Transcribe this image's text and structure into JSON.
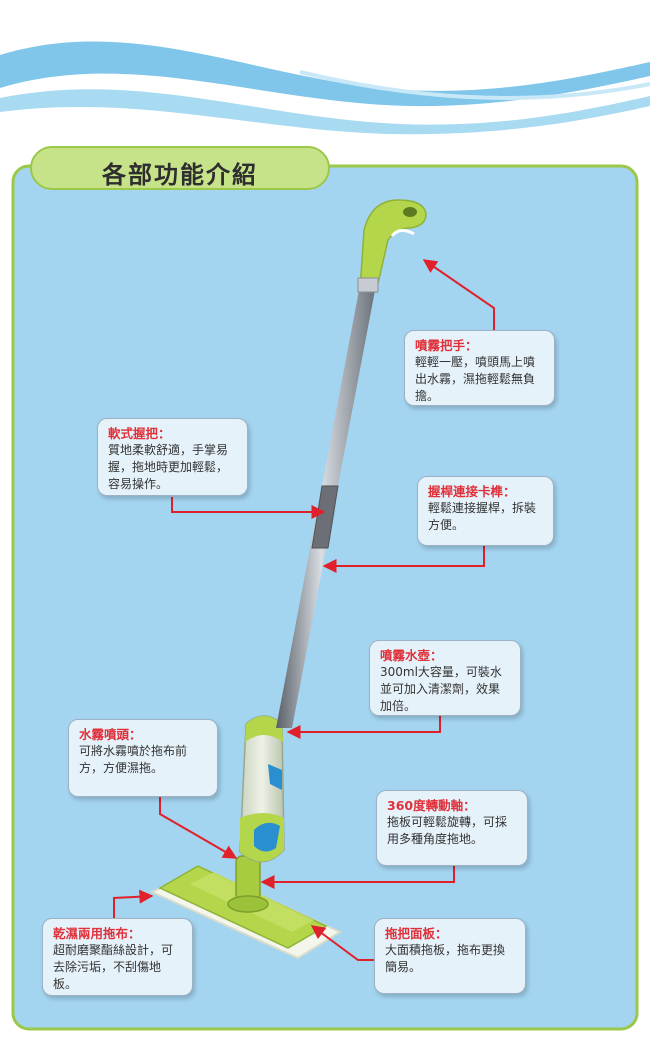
{
  "header": {
    "title": "各部功能介紹"
  },
  "callouts": [
    {
      "id": "spray-handle",
      "title": "噴霧把手：",
      "text": "輕輕一壓，噴頭馬上噴出水霧，濕拖輕鬆無負擔。"
    },
    {
      "id": "soft-grip",
      "title": "軟式握把：",
      "text": "質地柔軟舒適，手掌易握，拖地時更加輕鬆，容易操作。"
    },
    {
      "id": "pole-connector",
      "title": "握桿連接卡榫：",
      "text": "輕鬆連接握桿，拆裝方便。"
    },
    {
      "id": "spray-tank",
      "title": "噴霧水壺：",
      "text": "300ml大容量，可裝水並可加入清潔劑，效果加倍。"
    },
    {
      "id": "spray-nozzle",
      "title": "水霧噴頭：",
      "text": "可將水霧噴於拖布前方，方便濕拖。"
    },
    {
      "id": "swivel-joint",
      "title": "360度轉動軸：",
      "text": "拖板可輕鬆旋轉，可採用多種角度拖地。"
    },
    {
      "id": "mop-cloth",
      "title": "乾濕兩用拖布：",
      "text": "超耐磨聚酯絲設計，可去除污垢，不刮傷地板。"
    },
    {
      "id": "mop-plate",
      "title": "拖把面板：",
      "text": "大面積拖板，拖布更換簡易。"
    }
  ],
  "colors": {
    "panel_bg": "#a3d4f0",
    "panel_border": "#9cc84a",
    "title_pill": "#c6e38a",
    "callout_title": "#e0303a",
    "arrow": "#e0202a",
    "mop_green": "#b4d64a"
  }
}
